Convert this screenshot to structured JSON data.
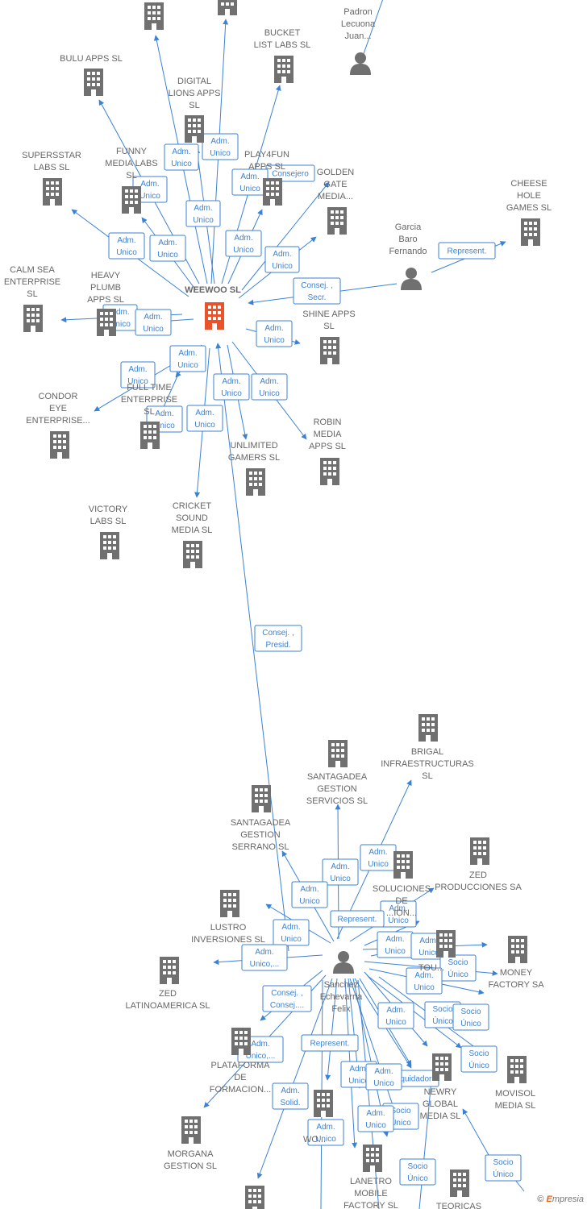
{
  "colors": {
    "edge": "#3b82d6",
    "building": "#707070",
    "main_building": "#e8532b",
    "person": "#707070",
    "text": "#666666"
  },
  "companies": [
    {
      "id": "c_top1",
      "lines": []
    },
    {
      "id": "c_top2",
      "lines": []
    },
    {
      "id": "bulu",
      "lines": [
        "BULU APPS  SL"
      ]
    },
    {
      "id": "bucket",
      "lines": [
        "BUCKET",
        "LIST LABS  SL"
      ]
    },
    {
      "id": "digital",
      "lines": [
        "DIGITAL",
        "LIONS APPS",
        "SL"
      ]
    },
    {
      "id": "funny",
      "lines": [
        "FUNNY",
        "MEDIA LABS",
        "SL"
      ]
    },
    {
      "id": "superstar",
      "lines": [
        "SUPERSSTAR",
        "LABS  SL"
      ]
    },
    {
      "id": "play4fun",
      "lines": [
        "PLAY4FUN",
        "APPS  SL"
      ]
    },
    {
      "id": "golden",
      "lines": [
        "GOLDEN",
        "GATE",
        "MEDIA..."
      ]
    },
    {
      "id": "cheese",
      "lines": [
        "CHEESE",
        "HOLE",
        "GAMES  SL"
      ]
    },
    {
      "id": "calmsea",
      "lines": [
        "CALM SEA",
        "ENTERPRISE",
        "SL"
      ]
    },
    {
      "id": "heavy",
      "lines": [
        "HEAVY",
        "PLUMB",
        "APPS  SL"
      ]
    },
    {
      "id": "shine",
      "lines": [
        "SHINE APPS",
        "SL"
      ]
    },
    {
      "id": "condor",
      "lines": [
        "CONDOR",
        "EYE",
        "ENTERPRISE..."
      ]
    },
    {
      "id": "fulltime",
      "lines": [
        "FULL TIME",
        "ENTERPRISE",
        "SL"
      ]
    },
    {
      "id": "robin",
      "lines": [
        "ROBIN",
        "MEDIA",
        "APPS  SL"
      ]
    },
    {
      "id": "unlimited",
      "lines": [
        "UNLIMITED",
        "GAMERS  SL"
      ]
    },
    {
      "id": "victory",
      "lines": [
        "VICTORY",
        "LABS  SL"
      ]
    },
    {
      "id": "cricket",
      "lines": [
        "CRICKET",
        "SOUND",
        "MEDIA  SL"
      ]
    },
    {
      "id": "brigal",
      "lines": [
        "BRIGAL",
        "INFRAESTRUCTURAS",
        "SL"
      ]
    },
    {
      "id": "sgservicios",
      "lines": [
        "SANTAGADEA",
        "GESTION",
        "SERVICIOS  SL"
      ]
    },
    {
      "id": "sgserrano",
      "lines": [
        "SANTAGADEA",
        "GESTION",
        "SERRANO  SL"
      ]
    },
    {
      "id": "zedprod",
      "lines": [
        "ZED",
        "PRODUCCIONES SA"
      ]
    },
    {
      "id": "soluciones",
      "lines": [
        "SOLUCIONES",
        "DE",
        "...ION..."
      ]
    },
    {
      "id": "lustro",
      "lines": [
        "LUSTRO",
        "INVERSIONES SL"
      ]
    },
    {
      "id": "money",
      "lines": [
        "MONEY",
        "FACTORY SA"
      ]
    },
    {
      "id": "zedlat",
      "lines": [
        "ZED",
        "LATINOAMERICA SL"
      ]
    },
    {
      "id": "tou",
      "lines": [
        "TOU..."
      ]
    },
    {
      "id": "plataforma",
      "lines": [
        "PLATAFORMA",
        "DE",
        "FORMACION..."
      ]
    },
    {
      "id": "newry",
      "lines": [
        "NEWRY",
        "GLOBAL",
        "MEDIA  SL"
      ]
    },
    {
      "id": "movisol",
      "lines": [
        "MOVISOL",
        "MEDIA SL"
      ]
    },
    {
      "id": "morgana",
      "lines": [
        "MORGANA",
        "GESTION  SL"
      ]
    },
    {
      "id": "wo",
      "lines": [
        "WO..."
      ]
    },
    {
      "id": "lanetro",
      "lines": [
        "LANETRO",
        "MOBILE",
        "FACTORY SL"
      ]
    },
    {
      "id": "teoricas",
      "lines": [
        "TEORICAS"
      ]
    },
    {
      "id": "c_bottom",
      "lines": []
    }
  ],
  "main_company": {
    "id": "weewoo",
    "lines": [
      "WEEWOO  SL"
    ]
  },
  "persons": [
    {
      "id": "padron",
      "lines": [
        "Padron",
        "Lecuona",
        "Juan..."
      ]
    },
    {
      "id": "garcia",
      "lines": [
        "Garcia",
        "Baro",
        "Fernando"
      ]
    },
    {
      "id": "sanchez",
      "lines": [
        "Sanchez",
        "Echevarria",
        "Felix"
      ]
    }
  ],
  "edge_labels": [
    [
      "Adm.",
      "Unico"
    ],
    [
      "Adm.",
      "Unico"
    ],
    [
      "Adm.",
      "Unico"
    ],
    [
      "Adm.",
      "Unico"
    ],
    [
      "Consejero"
    ],
    [
      "Adm.",
      "Unico"
    ],
    [
      "Adm.",
      "Unico"
    ],
    [
      "Adm.",
      "Unico"
    ],
    [
      "Adm.",
      "Unico"
    ],
    [
      "Adm.",
      "Unico"
    ],
    [
      "Consej. ,",
      "Secr."
    ],
    [
      "Adm.",
      "Unico"
    ],
    [
      "Adm.",
      "Unico"
    ],
    [
      "Adm.",
      "Unico"
    ],
    [
      "Represent."
    ],
    [
      "Adm.",
      "Unico"
    ],
    [
      "Adm.",
      "Unico"
    ],
    [
      "Adm.",
      "Unico"
    ],
    [
      "Adm.",
      "Unico"
    ],
    [
      "Adm.",
      "Unico"
    ],
    [
      "Adm.",
      "Unico"
    ],
    [
      "Consej. ,",
      "Presid."
    ],
    [
      "Adm.",
      "Unico"
    ],
    [
      "Adm.",
      "Unico"
    ],
    [
      "Adm.",
      "Unico"
    ],
    [
      "Adm.",
      "Unico"
    ],
    [
      "Represent."
    ],
    [
      "Adm.",
      "Unico"
    ],
    [
      "Adm.",
      "Unico"
    ],
    [
      "Adm.",
      "Unico,..."
    ],
    [
      "Adm.",
      "Unico"
    ],
    [
      "Socio",
      "Único"
    ],
    [
      "Adm.",
      "Unico"
    ],
    [
      "Consej. ,",
      "Consej...."
    ],
    [
      "Socio",
      "Único"
    ],
    [
      "Socio",
      "Único"
    ],
    [
      "Adm.",
      "Unico"
    ],
    [
      "Adm.",
      "Unico,..."
    ],
    [
      "Represent."
    ],
    [
      "Socio",
      "Único"
    ],
    [
      "Adm.",
      "Unico"
    ],
    [
      "Liquidador"
    ],
    [
      "Adm.",
      "Solid."
    ],
    [
      "Adm.",
      "Unico"
    ],
    [
      "Socio",
      "Único"
    ],
    [
      "Adm.",
      "Unico"
    ],
    [
      "Adm.",
      "Unico"
    ],
    [
      "Socio",
      "Único"
    ],
    [
      "Socio",
      "Único"
    ],
    [
      "Adm.",
      "Unico"
    ],
    [
      "Socio",
      "Único"
    ]
  ],
  "footer": {
    "copyright": "©",
    "brand_initial": "E",
    "brand_rest": "mpresia"
  }
}
